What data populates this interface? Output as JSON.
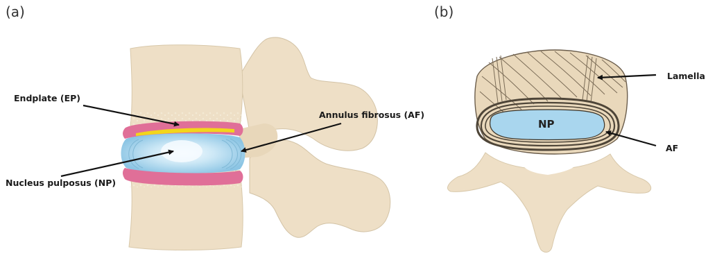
{
  "panels": {
    "a": {
      "label": "(a)",
      "callouts": {
        "endplate": "Endplate (EP)",
        "annulus": "Annulus fibrosus (AF)",
        "nucleus": "Nucleus pulposus (NP)"
      }
    },
    "b": {
      "label": "(b)",
      "callouts": {
        "lamella": "Lamella",
        "af": "AF",
        "np": "NP"
      }
    }
  },
  "colors": {
    "bone": "#eedfc6",
    "bone_outline": "#c9b89c",
    "endplate": "#e06f98",
    "endplate_layer": "#f2d61b",
    "nucleus": "#a9d6ee",
    "nucleus_core": "#e9f6fc",
    "annulus_ring": "#5c5346",
    "arrow": "#111111"
  }
}
